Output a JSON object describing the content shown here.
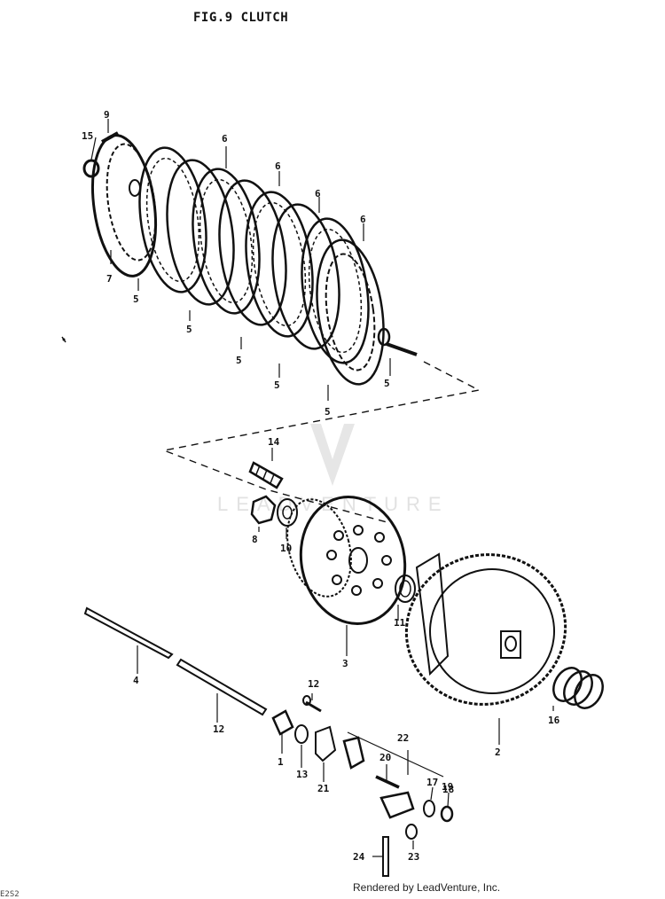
{
  "title": "FIG.9  CLUTCH",
  "credit": "Rendered by LeadVenture, Inc.",
  "corner_code": "E2S2",
  "watermark": "LEADVENTURE",
  "colors": {
    "ink": "#111111",
    "watermark": "#e2e2e2",
    "background": "#ffffff"
  },
  "parts": [
    {
      "ref": "1"
    },
    {
      "ref": "2"
    },
    {
      "ref": "3"
    },
    {
      "ref": "4"
    },
    {
      "ref": "5"
    },
    {
      "ref": "6"
    },
    {
      "ref": "7"
    },
    {
      "ref": "8"
    },
    {
      "ref": "9"
    },
    {
      "ref": "10"
    },
    {
      "ref": "11"
    },
    {
      "ref": "12"
    },
    {
      "ref": "13"
    },
    {
      "ref": "14"
    },
    {
      "ref": "15"
    },
    {
      "ref": "16"
    },
    {
      "ref": "17"
    },
    {
      "ref": "18"
    },
    {
      "ref": "19"
    },
    {
      "ref": "20"
    },
    {
      "ref": "21"
    },
    {
      "ref": "22"
    },
    {
      "ref": "23"
    },
    {
      "ref": "24"
    }
  ],
  "labels": [
    {
      "ref": "9"
    },
    {
      "ref": "15"
    },
    {
      "ref": "6"
    },
    {
      "ref": "6"
    },
    {
      "ref": "6"
    },
    {
      "ref": "6"
    },
    {
      "ref": "7"
    },
    {
      "ref": "5"
    },
    {
      "ref": "5"
    },
    {
      "ref": "5"
    },
    {
      "ref": "5"
    },
    {
      "ref": "5"
    },
    {
      "ref": "5"
    },
    {
      "ref": "14"
    },
    {
      "ref": "8"
    },
    {
      "ref": "10"
    },
    {
      "ref": "11"
    },
    {
      "ref": "3"
    },
    {
      "ref": "4"
    },
    {
      "ref": "12"
    },
    {
      "ref": "12"
    },
    {
      "ref": "22"
    },
    {
      "ref": "16"
    },
    {
      "ref": "2"
    },
    {
      "ref": "1"
    },
    {
      "ref": "13"
    },
    {
      "ref": "21"
    },
    {
      "ref": "20"
    },
    {
      "ref": "17"
    },
    {
      "ref": "18"
    },
    {
      "ref": "19"
    },
    {
      "ref": "23"
    },
    {
      "ref": "24"
    }
  ]
}
